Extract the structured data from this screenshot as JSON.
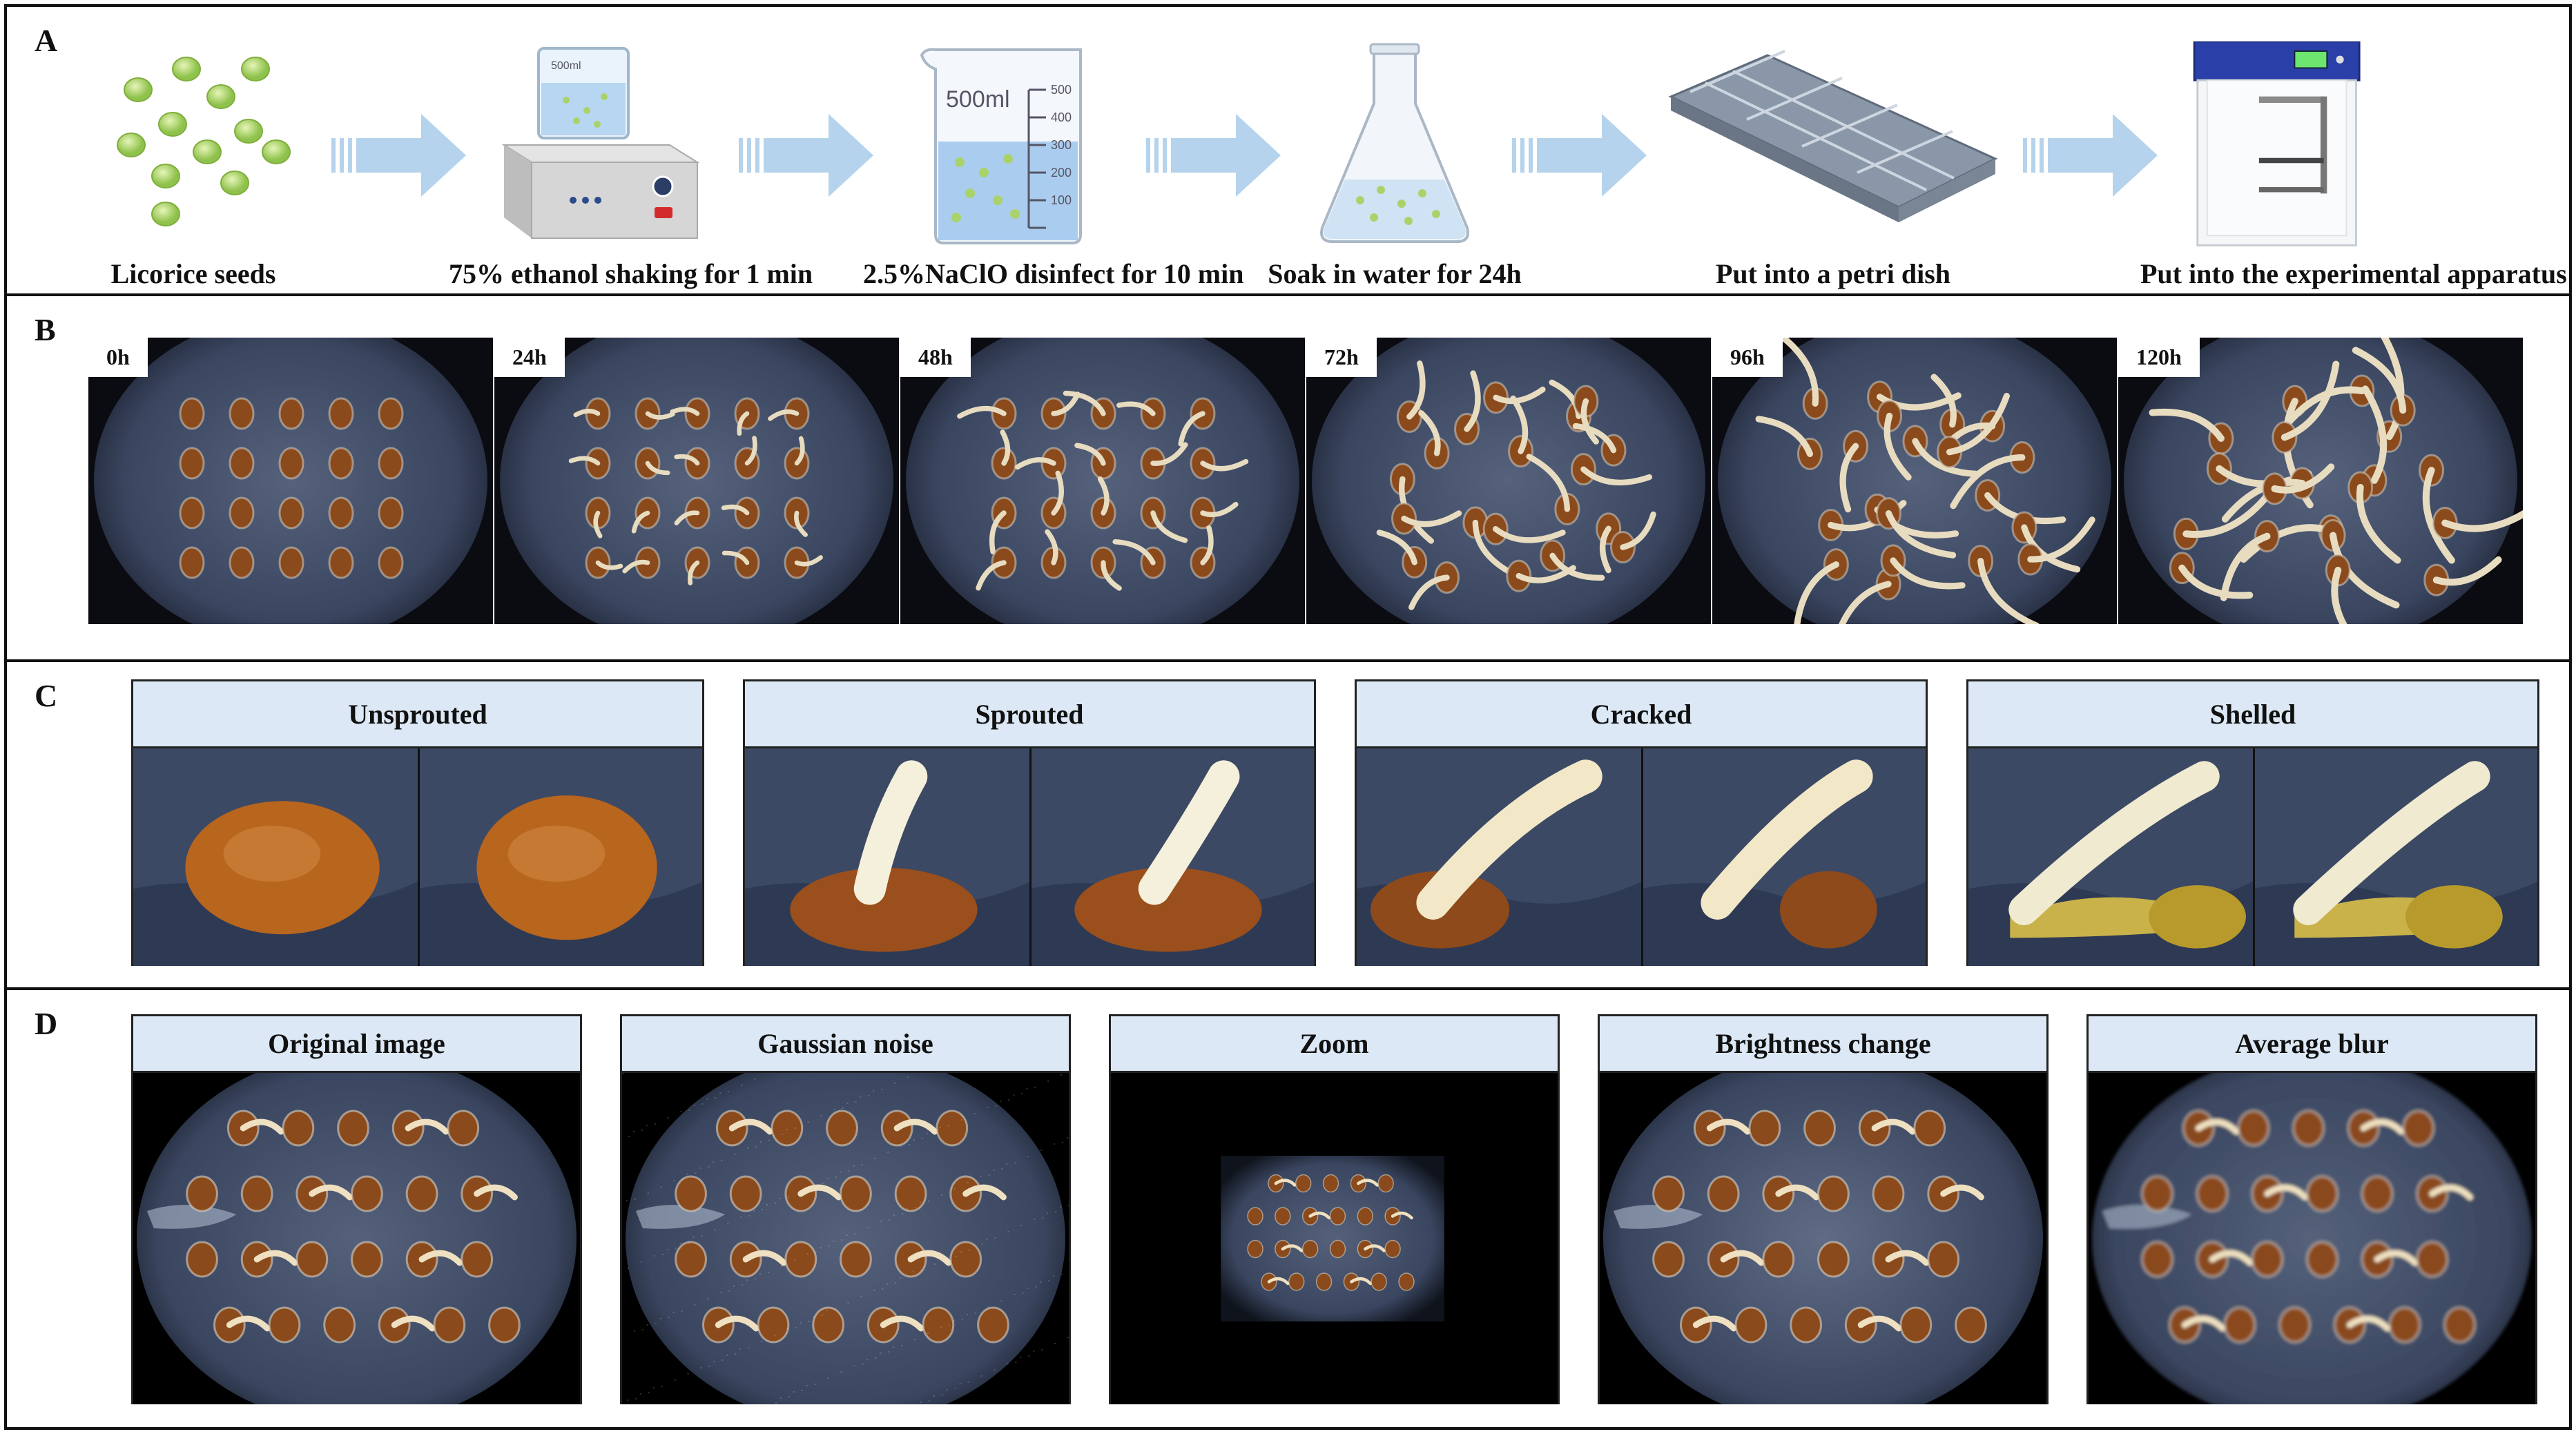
{
  "panels": {
    "A": {
      "label": "A",
      "steps": [
        {
          "caption": "Licorice seeds",
          "icon": "seeds-icon"
        },
        {
          "caption": "75% ethanol shaking for 1 min",
          "icon": "magnetic-stirrer-beaker-icon",
          "beaker_label": "500ml"
        },
        {
          "caption": "2.5%NaClO disinfect for 10 min",
          "icon": "beaker-icon",
          "beaker_label": "500ml",
          "ticks": [
            "500",
            "400",
            "300",
            "200",
            "100"
          ]
        },
        {
          "caption": "Soak in water for 24h",
          "icon": "erlenmeyer-flask-icon"
        },
        {
          "caption": "Put into a petri dish",
          "icon": "petri-tray-icon"
        },
        {
          "caption": "Put into the experimental apparatus",
          "icon": "germination-chamber-icon"
        }
      ]
    },
    "B": {
      "label": "B",
      "frames": [
        {
          "time": "0h",
          "sprout_level": 0
        },
        {
          "time": "24h",
          "sprout_level": 0.15
        },
        {
          "time": "48h",
          "sprout_level": 0.35
        },
        {
          "time": "72h",
          "sprout_level": 0.6
        },
        {
          "time": "96h",
          "sprout_level": 0.8
        },
        {
          "time": "120h",
          "sprout_level": 1.0
        }
      ]
    },
    "C": {
      "label": "C",
      "categories": [
        {
          "name": "Unsprouted"
        },
        {
          "name": "Sprouted"
        },
        {
          "name": "Cracked"
        },
        {
          "name": "Shelled"
        }
      ]
    },
    "D": {
      "label": "D",
      "augmentations": [
        {
          "name": "Original image"
        },
        {
          "name": "Gaussian noise"
        },
        {
          "name": "Zoom"
        },
        {
          "name": "Brightness change"
        },
        {
          "name": "Average blur"
        }
      ]
    }
  },
  "colors": {
    "header_fill": "#dce8f5",
    "arrow": "#b5d3ec",
    "seed_green": "#a9d36a",
    "seed_brown": "#8a4a1c",
    "background_cloth": "#3a4660",
    "border": "#111111"
  }
}
